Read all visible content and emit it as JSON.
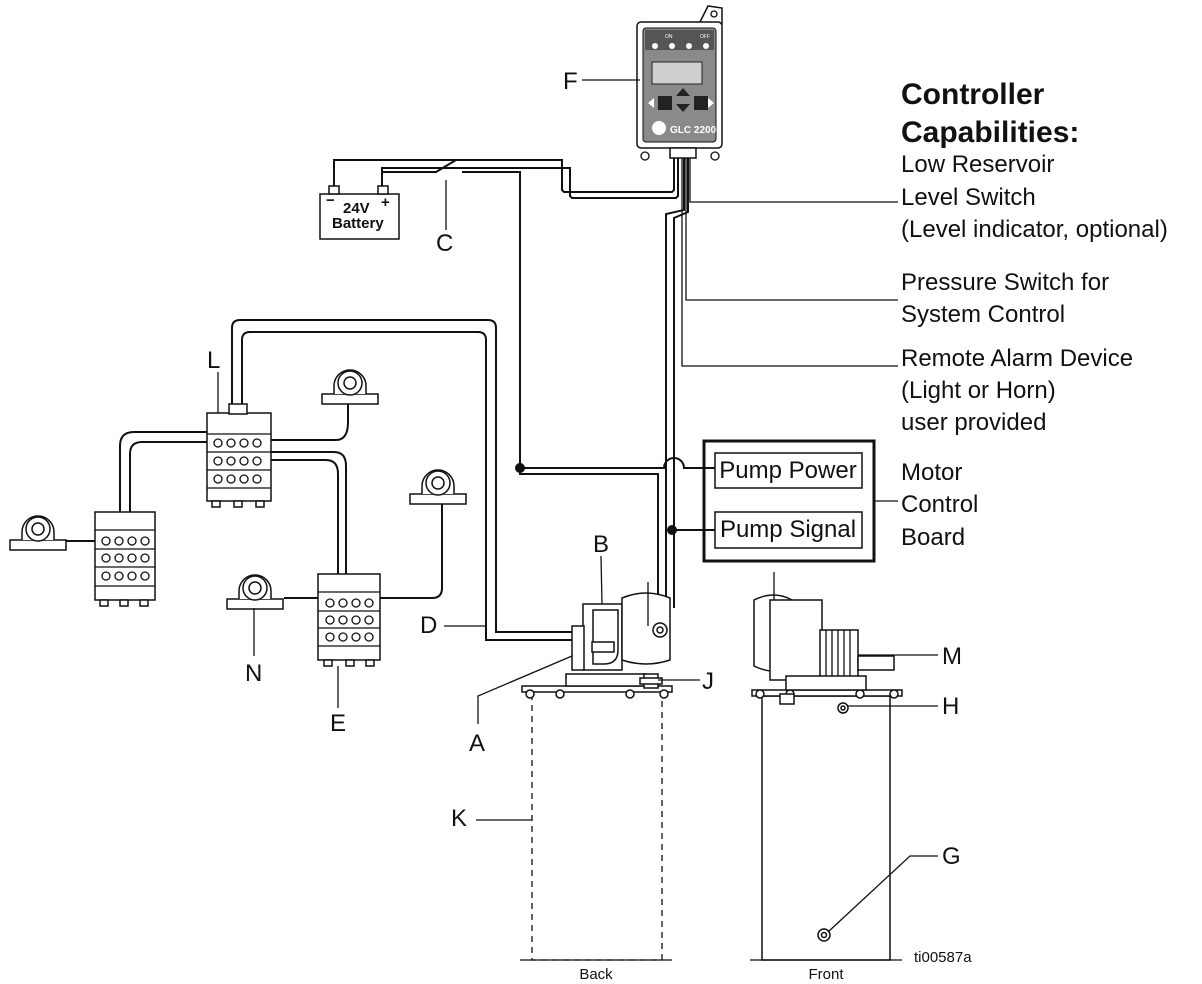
{
  "labels": {
    "A": "A",
    "B": "B",
    "C": "C",
    "D": "D",
    "E": "E",
    "F": "F",
    "G": "G",
    "H": "H",
    "J": "J",
    "K": "K",
    "L": "L",
    "M": "M",
    "N": "N"
  },
  "battery": {
    "voltage": "24V",
    "name": "Battery",
    "minus": "−",
    "plus": "+"
  },
  "controller": {
    "model": "GLC 2200",
    "on": "ON",
    "off": "OFF"
  },
  "capabilities": {
    "heading_1": "Controller",
    "heading_2": "Capabilities:",
    "item1_line1": "Low Reservoir",
    "item1_line2": "Level Switch",
    "item1_line3": "(Level indicator, optional)",
    "item2_line1": "Pressure Switch for",
    "item2_line2": "System Control",
    "item3_line1": "Remote Alarm Device",
    "item3_line2": "(Light or Horn)",
    "item3_line3": "user provided"
  },
  "motor_board": {
    "pump_power": "Pump Power",
    "pump_signal": "Pump Signal",
    "title_1": "Motor",
    "title_2": "Control",
    "title_3": "Board"
  },
  "views": {
    "back": "Back",
    "front": "Front"
  },
  "figure_id": "ti00587a"
}
